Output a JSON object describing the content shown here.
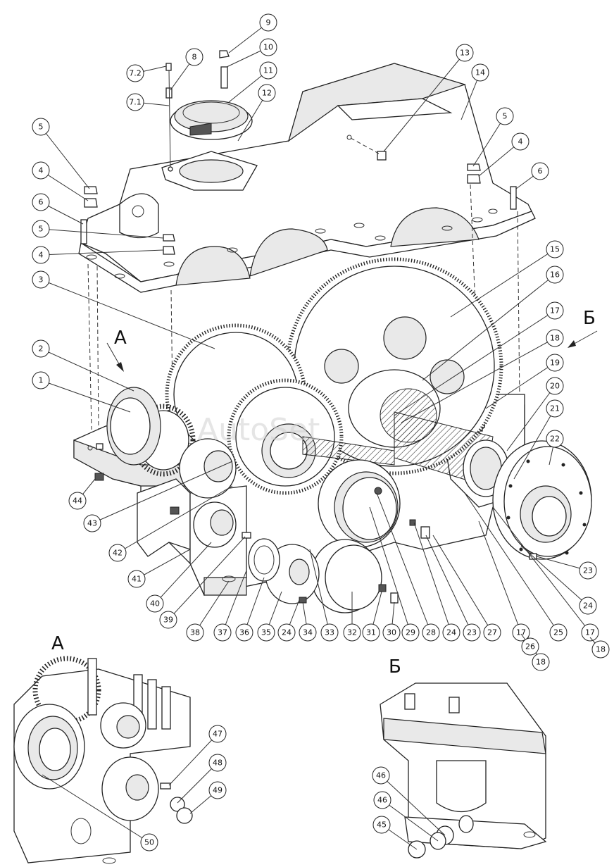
{
  "view_labels": {
    "a": "А",
    "b": "Б",
    "arrow_a": "A",
    "arrow_b": "Б"
  },
  "watermark": "AutoSet",
  "callouts": [
    "1",
    "2",
    "3",
    "4",
    "4",
    "4",
    "5",
    "5",
    "5",
    "6",
    "6",
    "7.1",
    "7.2",
    "8",
    "9",
    "10",
    "11",
    "12",
    "13",
    "14",
    "15",
    "16",
    "17",
    "17",
    "17",
    "18",
    "18",
    "18",
    "19",
    "20",
    "21",
    "22",
    "23",
    "23",
    "24",
    "24",
    "24",
    "25",
    "26",
    "27",
    "28",
    "29",
    "30",
    "31",
    "32",
    "33",
    "34",
    "35",
    "36",
    "37",
    "38",
    "39",
    "40",
    "41",
    "42",
    "43",
    "44",
    "45",
    "46",
    "46",
    "47",
    "48",
    "49",
    "50"
  ]
}
